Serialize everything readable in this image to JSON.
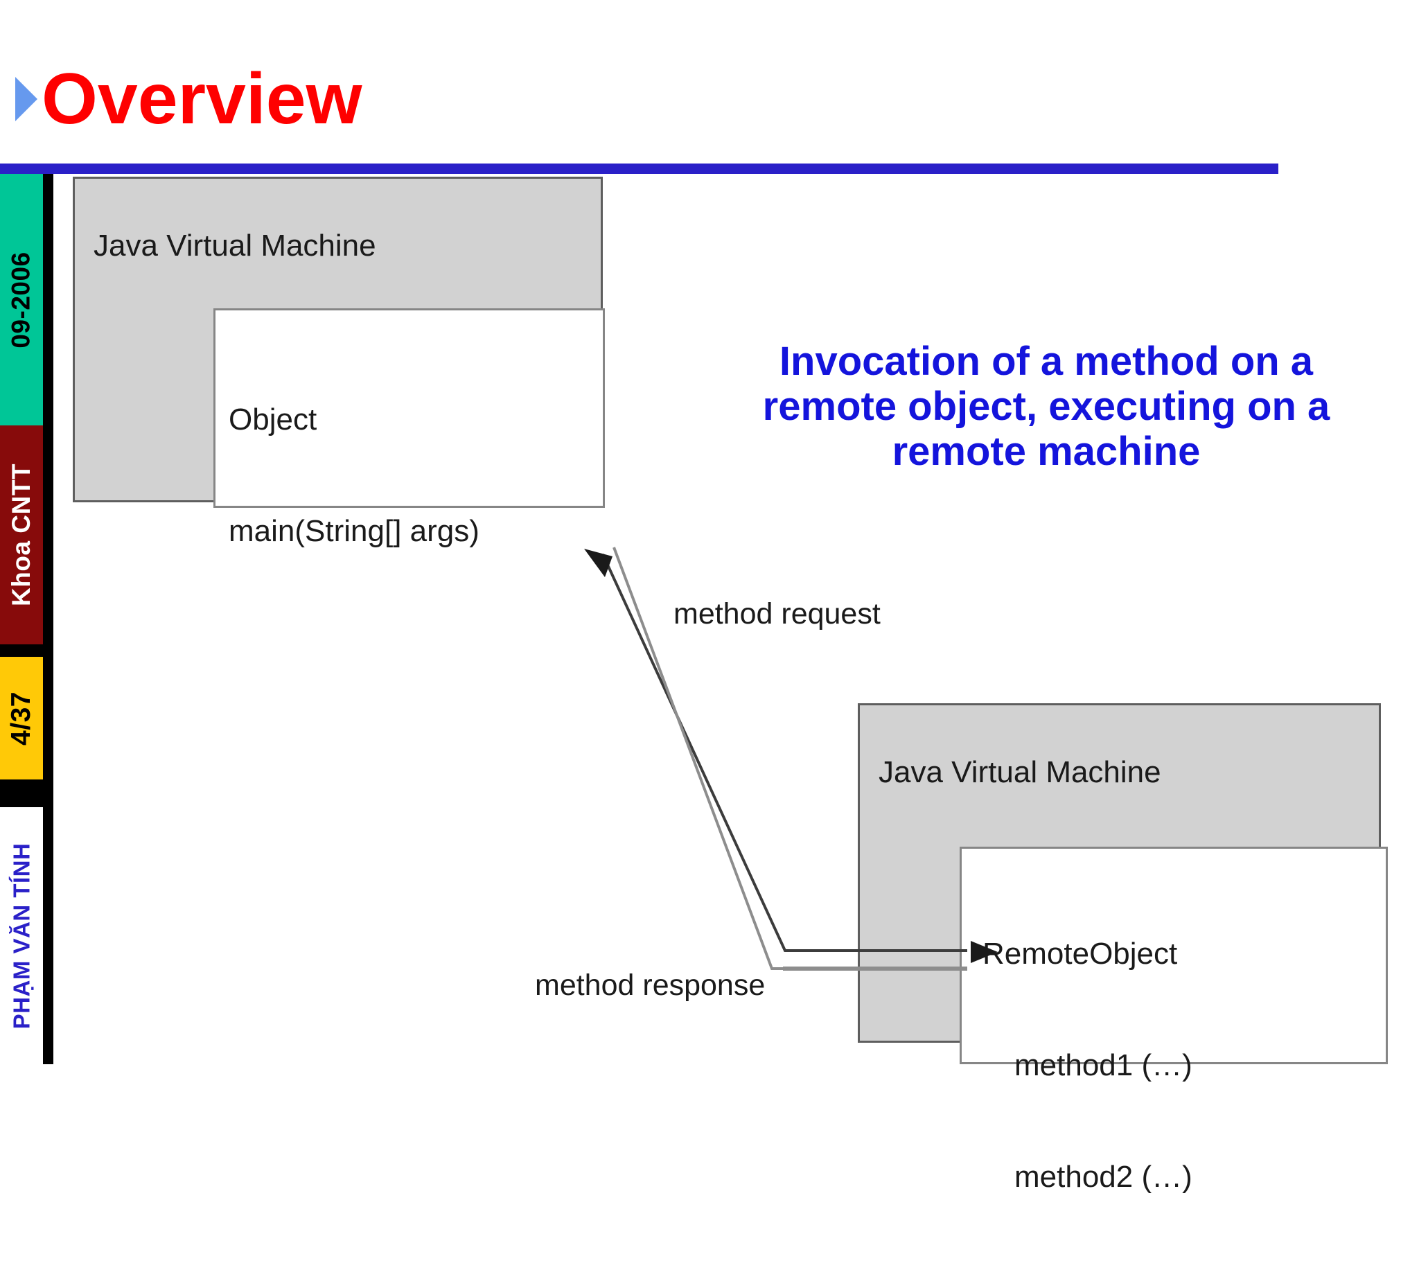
{
  "slide": {
    "title": "Overview",
    "title_color": "#fe0000",
    "bullet_color": "#6699ee",
    "rule_color": "#2a20c8"
  },
  "sidebar": {
    "blocks": [
      {
        "name": "date",
        "label": "09-2006",
        "bg": "#00c697",
        "fg": "#000000"
      },
      {
        "name": "dept",
        "label": "Khoa CNTT",
        "bg": "#870b0b",
        "fg": "#ffffff"
      },
      {
        "name": "page",
        "label": "4/37",
        "bg": "#ffc907",
        "fg": "#000000"
      },
      {
        "name": "author",
        "label": "PHẠM VĂN TÍNH",
        "bg": "#ffffff",
        "fg": "#2a20c8"
      }
    ]
  },
  "caption": {
    "text": "Invocation of a method on a remote object, executing on a remote machine",
    "color": "#1414dc"
  },
  "diagram": {
    "left_machine": {
      "title": "Java Virtual Machine",
      "object_name": "Object",
      "object_member": "main(String[] args)"
    },
    "right_machine": {
      "title": "Java Virtual Machine",
      "object_name": "RemoteObject",
      "object_member_1": "method1 (…)",
      "object_member_2": "method2 (…)"
    },
    "arrows": [
      {
        "name": "method-request",
        "label": "method request"
      },
      {
        "name": "method-response",
        "label": "method response"
      }
    ]
  }
}
